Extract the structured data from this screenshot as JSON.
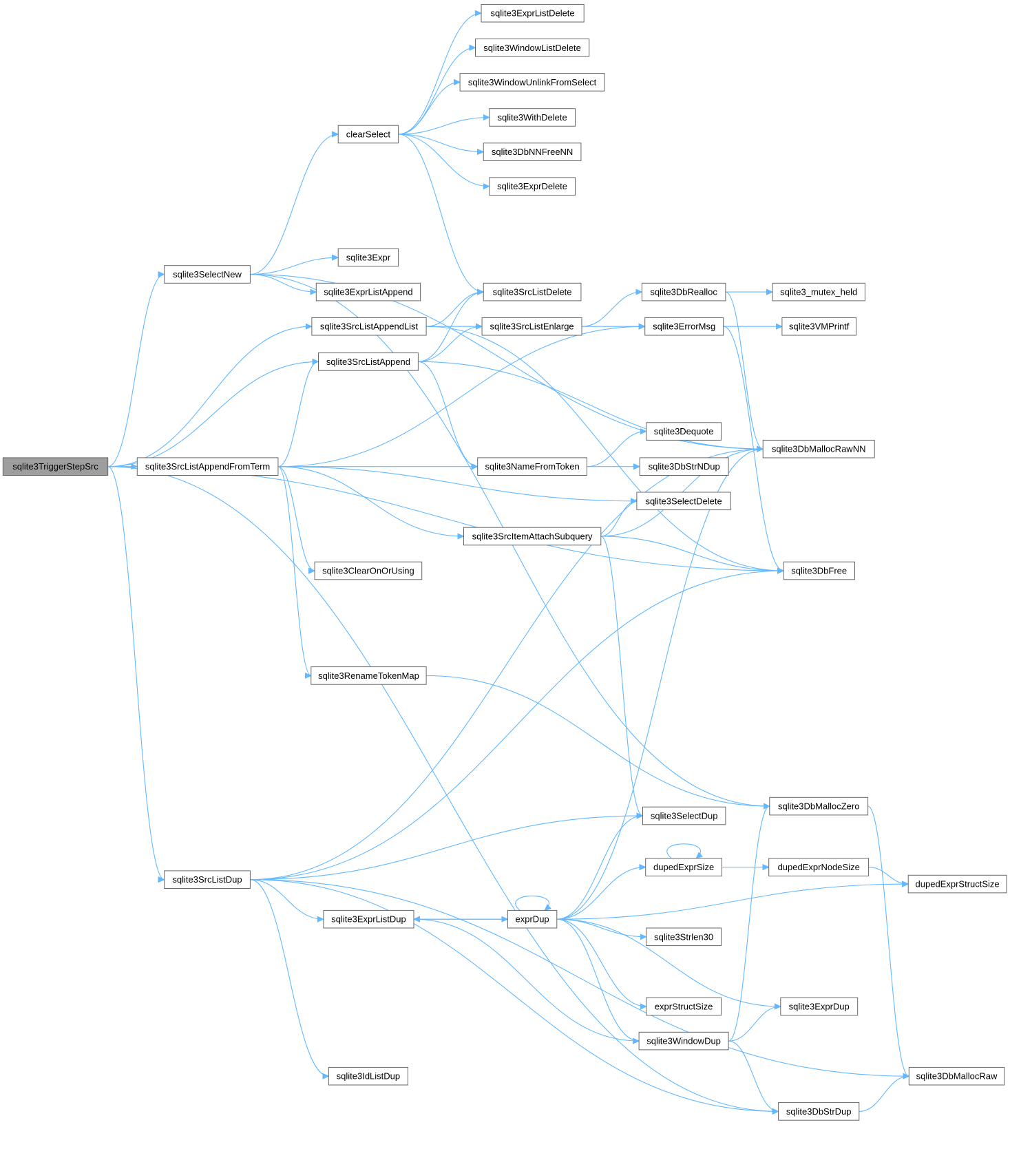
{
  "root": "sqlite3TriggerStepSrc",
  "colors": {
    "edge": "#63b8ff",
    "node_border": "#666666",
    "root_fill": "#9e9e9e",
    "node_fill": "#ffffff"
  },
  "nodes": {
    "sqlite3TriggerStepSrc": "sqlite3TriggerStepSrc",
    "sqlite3SelectNew": "sqlite3SelectNew",
    "sqlite3SrcListAppendList": "sqlite3SrcListAppendList",
    "sqlite3SrcListAppend": "sqlite3SrcListAppend",
    "sqlite3SrcListAppendFromTerm": "sqlite3SrcListAppendFromTerm",
    "sqlite3SrcListDup": "sqlite3SrcListDup",
    "clearSelect": "clearSelect",
    "sqlite3Expr": "sqlite3Expr",
    "sqlite3ExprListAppend": "sqlite3ExprListAppend",
    "sqlite3ClearOnOrUsing": "sqlite3ClearOnOrUsing",
    "sqlite3RenameTokenMap": "sqlite3RenameTokenMap",
    "sqlite3ExprListDup": "sqlite3ExprListDup",
    "sqlite3IdListDup": "sqlite3IdListDup",
    "sqlite3ExprListDelete": "sqlite3ExprListDelete",
    "sqlite3WindowListDelete": "sqlite3WindowListDelete",
    "sqlite3WindowUnlinkFromSelect": "sqlite3WindowUnlinkFromSelect",
    "sqlite3WithDelete": "sqlite3WithDelete",
    "sqlite3DbNNFreeNN": "sqlite3DbNNFreeNN",
    "sqlite3ExprDelete": "sqlite3ExprDelete",
    "sqlite3SrcListDelete": "sqlite3SrcListDelete",
    "sqlite3SrcListEnlarge": "sqlite3SrcListEnlarge",
    "sqlite3NameFromToken": "sqlite3NameFromToken",
    "sqlite3SrcItemAttachSubquery": "sqlite3SrcItemAttachSubquery",
    "exprDup": "exprDup",
    "sqlite3DbRealloc": "sqlite3DbRealloc",
    "sqlite3ErrorMsg": "sqlite3ErrorMsg",
    "sqlite3Dequote": "sqlite3Dequote",
    "sqlite3DbStrNDup": "sqlite3DbStrNDup",
    "sqlite3SelectDelete": "sqlite3SelectDelete",
    "sqlite3SelectDup": "sqlite3SelectDup",
    "dupedExprSize": "dupedExprSize",
    "sqlite3Strlen30": "sqlite3Strlen30",
    "exprStructSize": "exprStructSize",
    "sqlite3WindowDup": "sqlite3WindowDup",
    "sqlite3_mutex_held": "sqlite3_mutex_held",
    "sqlite3VMPrintf": "sqlite3VMPrintf",
    "sqlite3DbMallocRawNN": "sqlite3DbMallocRawNN",
    "sqlite3DbFree": "sqlite3DbFree",
    "sqlite3DbMallocZero": "sqlite3DbMallocZero",
    "dupedExprNodeSize": "dupedExprNodeSize",
    "sqlite3ExprDup": "sqlite3ExprDup",
    "sqlite3DbStrDup": "sqlite3DbStrDup",
    "dupedExprStructSize": "dupedExprStructSize",
    "sqlite3DbMallocRaw": "sqlite3DbMallocRaw"
  },
  "edges": [
    [
      "sqlite3TriggerStepSrc",
      "sqlite3SelectNew"
    ],
    [
      "sqlite3TriggerStepSrc",
      "sqlite3SrcListAppendList"
    ],
    [
      "sqlite3TriggerStepSrc",
      "sqlite3SrcListAppend"
    ],
    [
      "sqlite3TriggerStepSrc",
      "sqlite3SrcListAppendFromTerm"
    ],
    [
      "sqlite3TriggerStepSrc",
      "sqlite3DbFree"
    ],
    [
      "sqlite3TriggerStepSrc",
      "sqlite3SrcListDup"
    ],
    [
      "sqlite3TriggerStepSrc",
      "sqlite3DbStrDup"
    ],
    [
      "sqlite3SelectNew",
      "clearSelect"
    ],
    [
      "sqlite3SelectNew",
      "sqlite3DbMallocRawNN"
    ],
    [
      "sqlite3SelectNew",
      "sqlite3Expr"
    ],
    [
      "sqlite3SelectNew",
      "sqlite3ExprListAppend"
    ],
    [
      "sqlite3SelectNew",
      "sqlite3DbMallocZero"
    ],
    [
      "clearSelect",
      "sqlite3ExprListDelete"
    ],
    [
      "clearSelect",
      "sqlite3WindowListDelete"
    ],
    [
      "clearSelect",
      "sqlite3WindowUnlinkFromSelect"
    ],
    [
      "clearSelect",
      "sqlite3WithDelete"
    ],
    [
      "clearSelect",
      "sqlite3DbNNFreeNN"
    ],
    [
      "clearSelect",
      "sqlite3ExprDelete"
    ],
    [
      "clearSelect",
      "sqlite3SrcListDelete"
    ],
    [
      "sqlite3SrcListAppendList",
      "sqlite3SrcListDelete"
    ],
    [
      "sqlite3SrcListAppendList",
      "sqlite3SrcListEnlarge"
    ],
    [
      "sqlite3SrcListAppendList",
      "sqlite3DbFree"
    ],
    [
      "sqlite3SrcListAppend",
      "sqlite3SrcListDelete"
    ],
    [
      "sqlite3SrcListAppend",
      "sqlite3SrcListEnlarge"
    ],
    [
      "sqlite3SrcListAppend",
      "sqlite3DbMallocRawNN"
    ],
    [
      "sqlite3SrcListAppend",
      "sqlite3NameFromToken"
    ],
    [
      "sqlite3SrcListEnlarge",
      "sqlite3DbRealloc"
    ],
    [
      "sqlite3SrcListEnlarge",
      "sqlite3ErrorMsg"
    ],
    [
      "sqlite3DbRealloc",
      "sqlite3_mutex_held"
    ],
    [
      "sqlite3DbRealloc",
      "sqlite3DbMallocRawNN"
    ],
    [
      "sqlite3ErrorMsg",
      "sqlite3VMPrintf"
    ],
    [
      "sqlite3ErrorMsg",
      "sqlite3DbFree"
    ],
    [
      "sqlite3SrcListAppendFromTerm",
      "sqlite3SrcListAppend"
    ],
    [
      "sqlite3SrcListAppendFromTerm",
      "sqlite3ErrorMsg"
    ],
    [
      "sqlite3SrcListAppendFromTerm",
      "sqlite3NameFromToken"
    ],
    [
      "sqlite3SrcListAppendFromTerm",
      "sqlite3SelectDelete"
    ],
    [
      "sqlite3SrcListAppendFromTerm",
      "sqlite3SrcItemAttachSubquery"
    ],
    [
      "sqlite3SrcListAppendFromTerm",
      "sqlite3ClearOnOrUsing"
    ],
    [
      "sqlite3SrcListAppendFromTerm",
      "sqlite3RenameTokenMap"
    ],
    [
      "sqlite3NameFromToken",
      "sqlite3Dequote"
    ],
    [
      "sqlite3NameFromToken",
      "sqlite3DbStrNDup"
    ],
    [
      "sqlite3SrcItemAttachSubquery",
      "sqlite3SelectDelete"
    ],
    [
      "sqlite3SrcItemAttachSubquery",
      "sqlite3DbMallocRawNN"
    ],
    [
      "sqlite3SrcItemAttachSubquery",
      "sqlite3DbFree"
    ],
    [
      "sqlite3SrcItemAttachSubquery",
      "sqlite3SelectDup"
    ],
    [
      "sqlite3RenameTokenMap",
      "sqlite3DbMallocZero"
    ],
    [
      "sqlite3SrcListDup",
      "sqlite3DbMallocRawNN"
    ],
    [
      "sqlite3SrcListDup",
      "sqlite3DbFree"
    ],
    [
      "sqlite3SrcListDup",
      "sqlite3SelectDup"
    ],
    [
      "sqlite3SrcListDup",
      "sqlite3ExprListDup"
    ],
    [
      "sqlite3SrcListDup",
      "sqlite3IdListDup"
    ],
    [
      "sqlite3SrcListDup",
      "sqlite3DbMallocRaw"
    ],
    [
      "sqlite3SrcListDup",
      "sqlite3DbStrDup"
    ],
    [
      "sqlite3ExprListDup",
      "exprDup"
    ],
    [
      "exprDup",
      "sqlite3ExprListDup"
    ],
    [
      "exprDup",
      "exprDup"
    ],
    [
      "exprDup",
      "sqlite3DbMallocRawNN"
    ],
    [
      "exprDup",
      "sqlite3SelectDup"
    ],
    [
      "exprDup",
      "dupedExprSize"
    ],
    [
      "exprDup",
      "dupedExprStructSize"
    ],
    [
      "exprDup",
      "sqlite3Strlen30"
    ],
    [
      "exprDup",
      "exprStructSize"
    ],
    [
      "exprDup",
      "sqlite3ExprDup"
    ],
    [
      "exprDup",
      "sqlite3WindowDup"
    ],
    [
      "dupedExprSize",
      "dupedExprSize"
    ],
    [
      "dupedExprSize",
      "dupedExprNodeSize"
    ],
    [
      "dupedExprNodeSize",
      "dupedExprStructSize"
    ],
    [
      "sqlite3WindowDup",
      "sqlite3ExprListDup"
    ],
    [
      "sqlite3WindowDup",
      "sqlite3DbMallocZero"
    ],
    [
      "sqlite3WindowDup",
      "sqlite3ExprDup"
    ],
    [
      "sqlite3WindowDup",
      "sqlite3DbStrDup"
    ],
    [
      "sqlite3DbMallocZero",
      "sqlite3DbMallocRaw"
    ],
    [
      "sqlite3DbStrDup",
      "sqlite3DbMallocRaw"
    ]
  ]
}
